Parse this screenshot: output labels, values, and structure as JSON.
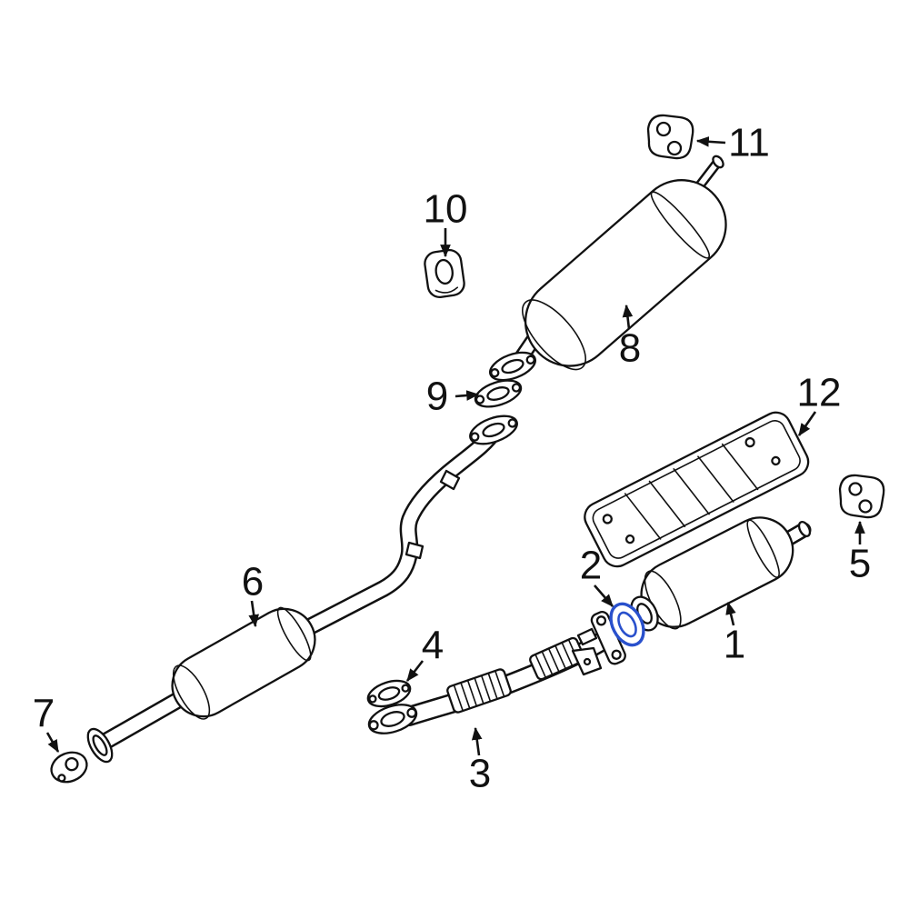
{
  "diagram": {
    "background": "#ffffff",
    "line_color": "#111111",
    "highlight_color": "#2950cc",
    "highlighted_part": "2",
    "callouts": [
      {
        "number": "1",
        "highlighted": false
      },
      {
        "number": "2",
        "highlighted": true
      },
      {
        "number": "3",
        "highlighted": false
      },
      {
        "number": "4",
        "highlighted": false
      },
      {
        "number": "5",
        "highlighted": false
      },
      {
        "number": "6",
        "highlighted": false
      },
      {
        "number": "7",
        "highlighted": false
      },
      {
        "number": "8",
        "highlighted": false
      },
      {
        "number": "9",
        "highlighted": false
      },
      {
        "number": "10",
        "highlighted": false
      },
      {
        "number": "11",
        "highlighted": false
      },
      {
        "number": "12",
        "highlighted": false
      }
    ]
  }
}
